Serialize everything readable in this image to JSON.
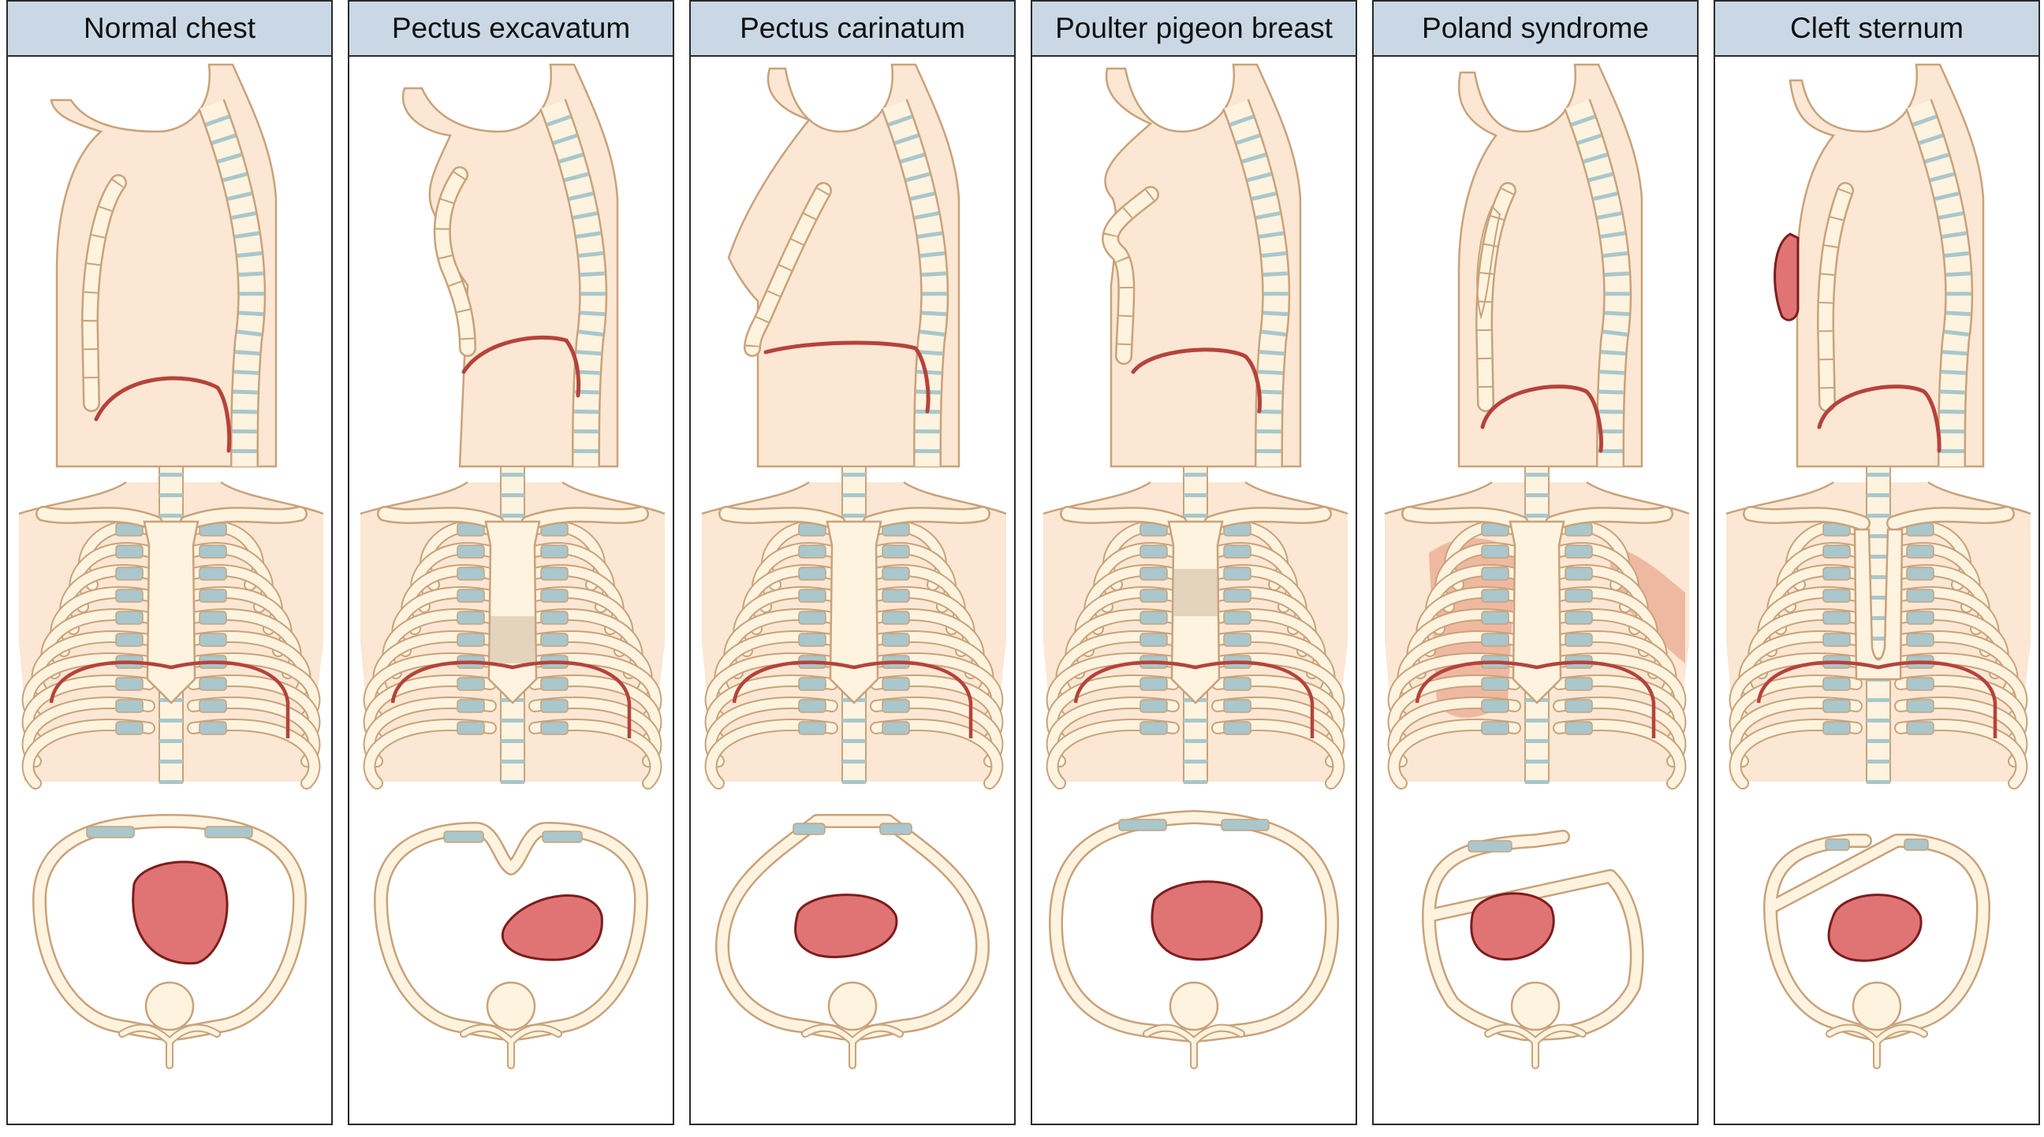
{
  "panels": [
    {
      "title": "Normal chest"
    },
    {
      "title": "Pectus excavatum"
    },
    {
      "title": "Pectus carinatum"
    },
    {
      "title": "Poulter pigeon breast"
    },
    {
      "title": "Poland syndrome"
    },
    {
      "title": "Cleft sternum"
    }
  ],
  "colors": {
    "header_bg": "#c9d8e4",
    "skin": "#fbe7d3",
    "bone": "#fdf3df",
    "bone_outline": "#c9a27a",
    "cartilage": "#a9c7cc",
    "diaphragm": "#b5433b",
    "heart": "#e07474",
    "heart_outline": "#7c1d1d",
    "muscle": "#e9a98f"
  }
}
